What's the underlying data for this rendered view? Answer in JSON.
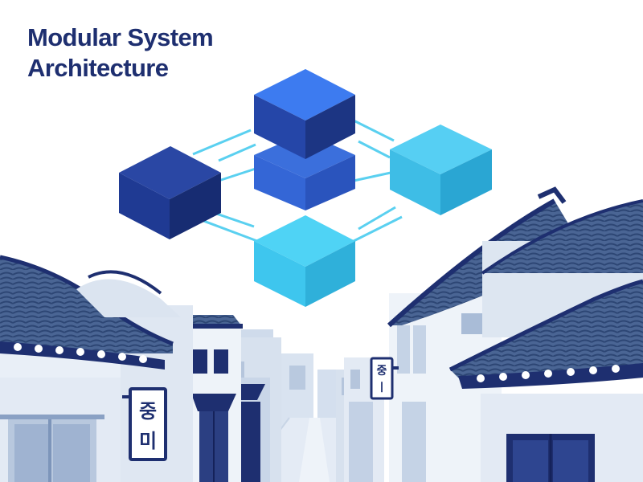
{
  "title": {
    "line1": "Modular System",
    "line2": "Architecture"
  },
  "signs": {
    "left_top": "중",
    "left_bottom": "미",
    "right_top": "중",
    "right_bottom": "ㅣ"
  },
  "colors": {
    "title": "#1e2f70",
    "cube_dark_navy": "#1f3a93",
    "cube_royal_blue": "#3466d6",
    "cube_cyan": "#35c6ee",
    "cube_sky": "#4fc4ea",
    "connector": "#5ad0f0",
    "roof_tile": "#3e5a8a",
    "wall_light": "#e6edf6",
    "wall_mid": "#c5d3e6",
    "navy_detail": "#1e2f70"
  }
}
